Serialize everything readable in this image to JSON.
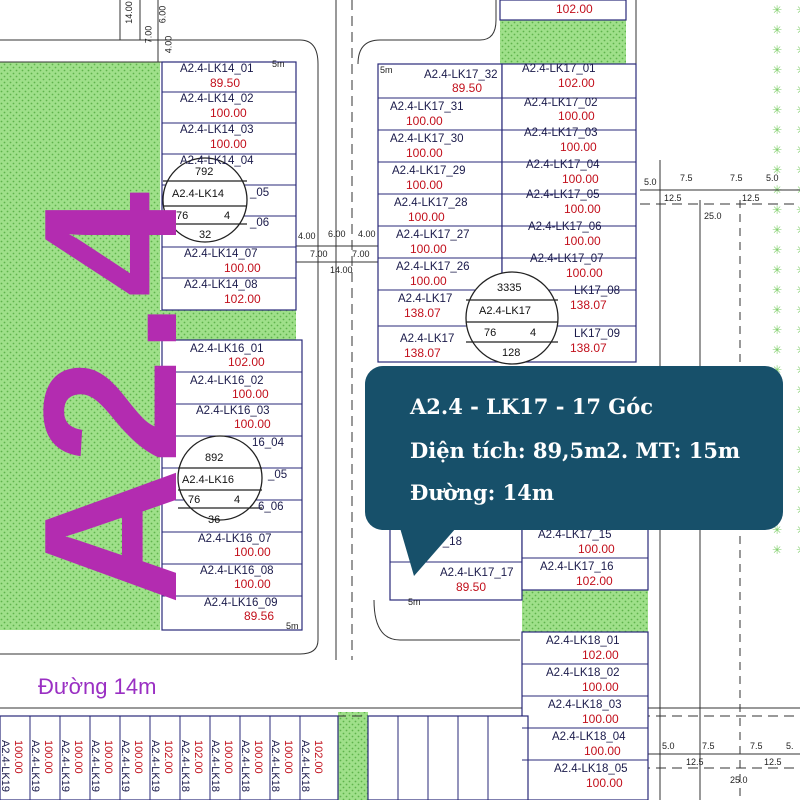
{
  "zone": {
    "label": "A2.4"
  },
  "road_label": "Đường 14m",
  "info_box": {
    "line1": "A2.4 - LK17 - 17 Góc",
    "line2": "Diện tích: 89,5m2. MT: 15m",
    "line3": "Đường: 14m"
  },
  "block_circles": {
    "lk14": {
      "code": "792",
      "name": "A2.4-LK14",
      "left": "76",
      "right": "4",
      "bottom": "32"
    },
    "lk16": {
      "code": "892",
      "name": "A2.4-LK16",
      "left": "76",
      "right": "4",
      "bottom": "36"
    },
    "lk17": {
      "code": "3335",
      "name": "A2.4-LK17",
      "left": "76",
      "right": "4",
      "bottom": "128"
    }
  },
  "lk14_plots": [
    {
      "name": "A2.4-LK14_01",
      "area": "89.50"
    },
    {
      "name": "A2.4-LK14_02",
      "area": "100.00"
    },
    {
      "name": "A2.4-LK14_03",
      "area": "100.00"
    },
    {
      "name": "A2.4-LK14_04",
      "area": ""
    },
    {
      "name": "_05",
      "area": ""
    },
    {
      "name": "_06",
      "area": ""
    },
    {
      "name": "A2.4-LK14_07",
      "area": "100.00"
    },
    {
      "name": "A2.4-LK14_08",
      "area": "102.00"
    }
  ],
  "lk16_plots": [
    {
      "name": "A2.4-LK16_01",
      "area": "102.00"
    },
    {
      "name": "A2.4-LK16_02",
      "area": "100.00"
    },
    {
      "name": "A2.4-LK16_03",
      "area": "100.00"
    },
    {
      "name": "16_04",
      "area": ""
    },
    {
      "name": "_05",
      "area": ""
    },
    {
      "name": "6_06",
      "area": ""
    },
    {
      "name": "A2.4-LK16_07",
      "area": "100.00"
    },
    {
      "name": "A2.4-LK16_08",
      "area": "100.00"
    },
    {
      "name": "A2.4-LK16_09",
      "area": "89.56"
    }
  ],
  "lk17_left": [
    {
      "name": "A2.4-LK17_32",
      "area": "89.50"
    },
    {
      "name": "A2.4-LK17_31",
      "area": "100.00"
    },
    {
      "name": "A2.4-LK17_30",
      "area": "100.00"
    },
    {
      "name": "A2.4-LK17_29",
      "area": "100.00"
    },
    {
      "name": "A2.4-LK17_28",
      "area": "100.00"
    },
    {
      "name": "A2.4-LK17_27",
      "area": "100.00"
    },
    {
      "name": "A2.4-LK17_26",
      "area": "100.00"
    },
    {
      "name": "A2.4-LK17",
      "area": "138.07"
    },
    {
      "name": "A2.4-LK17",
      "area": "138.07"
    }
  ],
  "lk17_right": [
    {
      "name": "A2.4-LK17_01",
      "area": "102.00"
    },
    {
      "name": "A2.4-LK17_02",
      "area": "100.00"
    },
    {
      "name": "A2.4-LK17_03",
      "area": "100.00"
    },
    {
      "name": "A2.4-LK17_04",
      "area": "100.00"
    },
    {
      "name": "A2.4-LK17_05",
      "area": "100.00"
    },
    {
      "name": "A2.4-LK17_06",
      "area": "100.00"
    },
    {
      "name": "A2.4-LK17_07",
      "area": "100.00"
    },
    {
      "name": "LK17_08",
      "area": "138.07"
    },
    {
      "name": "LK17_09",
      "area": "138.07"
    }
  ],
  "lk17_bottom": [
    {
      "name": "17_18",
      "area": ""
    },
    {
      "name": "A2.4-LK17_17",
      "area": "89.50"
    },
    {
      "name": "A2.4-LK17_15",
      "area": "100.00"
    },
    {
      "name": "A2.4-LK17_16",
      "area": "102.00"
    }
  ],
  "top_plot": {
    "area": "102.00"
  },
  "lk18_plots": [
    {
      "name": "A2.4-LK18_01",
      "area": "102.00"
    },
    {
      "name": "A2.4-LK18_02",
      "area": "100.00"
    },
    {
      "name": "A2.4-LK18_03",
      "area": "100.00"
    },
    {
      "name": "A2.4-LK18_04",
      "area": "100.00"
    },
    {
      "name": "A2.4-LK18_05",
      "area": "100.00"
    }
  ],
  "bottom_strip": [
    {
      "name": "A2.4-LK19",
      "area": "100.00"
    },
    {
      "name": "A2.4-LK19",
      "area": "100.00"
    },
    {
      "name": "A2.4-LK19",
      "area": "100.00"
    },
    {
      "name": "A2.4-LK19",
      "area": "100.00"
    },
    {
      "name": "A2.4-LK19",
      "area": "100.00"
    },
    {
      "name": "A2.4-LK19",
      "area": "102.00"
    },
    {
      "name": "A2.4-LK18",
      "area": "102.00"
    },
    {
      "name": "A2.4-LK18",
      "area": "100.00"
    },
    {
      "name": "A2.4-LK18",
      "area": "100.00"
    },
    {
      "name": "A2.4-LK18",
      "area": "100.00"
    },
    {
      "name": "A2.4-LK18",
      "area": "102.00"
    }
  ],
  "road_dims": {
    "top_vertical": [
      "14.00",
      "7.00",
      "6.00",
      "4.00"
    ],
    "middle_top": [
      "4.00",
      "6.00",
      "4.00"
    ],
    "middle_bottom": [
      "7.00",
      "7.00"
    ],
    "middle_total": "14.00",
    "right_top": [
      "5.0",
      "7.5",
      "7.5",
      "5.0"
    ],
    "right_mid": [
      "12.5",
      "12.5"
    ],
    "right_total": "25.0",
    "right_bottom": [
      "5.0",
      "7.5",
      "7.5",
      "5."
    ],
    "right_bottom_mid": [
      "12.5",
      "12.5"
    ],
    "right_bottom_total": "25.0",
    "setback": "5m"
  },
  "colors": {
    "green_zone": "#8fdc7a",
    "zone_text": "#b32cb0",
    "plot_lines": "#2a2a7a",
    "area_text": "#c2101c",
    "callout_bg": "#17506a"
  }
}
